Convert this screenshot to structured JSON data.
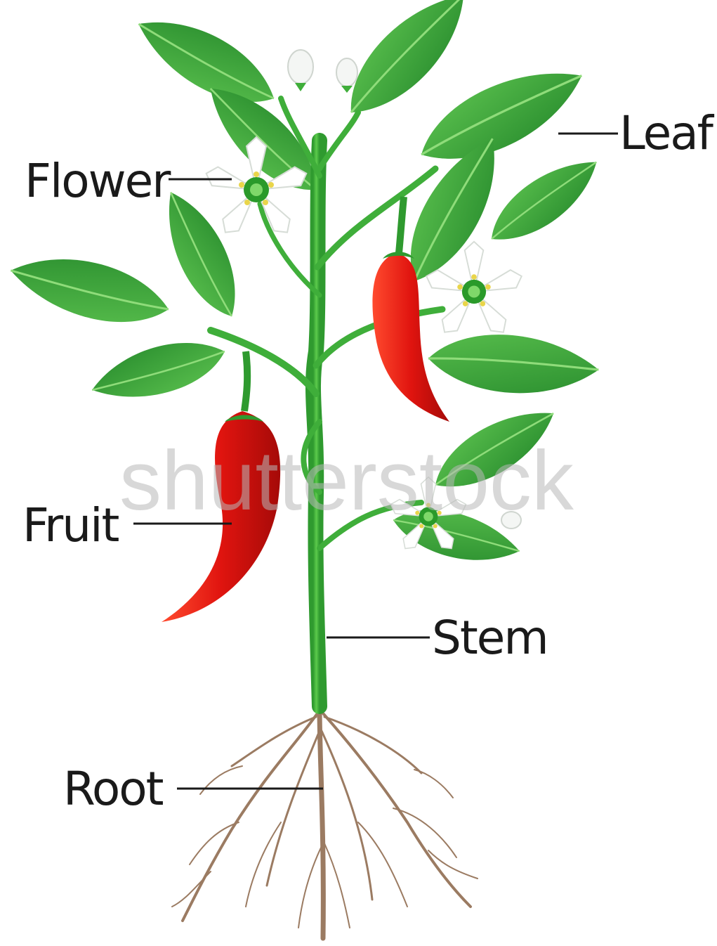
{
  "labels": {
    "flower": "Flower",
    "leaf": "Leaf",
    "fruit": "Fruit",
    "stem": "Stem",
    "root": "Root"
  },
  "watermark": "shutterstock",
  "colors": {
    "leaf": "#3aa83a",
    "leaf_dark": "#2a8a2c",
    "stem": "#3fae3a",
    "fruit": "#e11a12",
    "flower": "#ffffff",
    "flower_center": "#2a9a2a",
    "root": "#9b7b62",
    "label_line": "#1a1a1a"
  }
}
